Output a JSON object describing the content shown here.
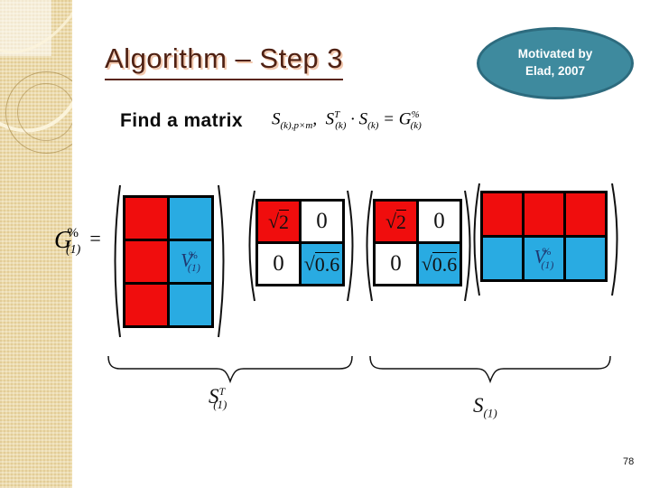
{
  "slide": {
    "title": "Algorithm – Step 3",
    "page": "78"
  },
  "callout": {
    "line1": "Motivated by",
    "line2": "Elad, 2007"
  },
  "find": {
    "label": "Find a matrix"
  },
  "formula": {
    "s1": "S",
    "s1sub": "(k),p×m",
    "comma": ",",
    "s2": "S",
    "s2sup": "T",
    "s2sub": "(k)",
    "dot": "·",
    "s3": "S",
    "s3sub": "(k)",
    "eq": "=",
    "g": "G",
    "gpct": "%",
    "gsub": "(k)"
  },
  "lhs": {
    "g": "G",
    "gpct": "%",
    "sub": "(1)",
    "eq": "="
  },
  "colors": {
    "red": "#f00d0d",
    "cyan": "#29abe2",
    "white": "#ffffff",
    "callout_fill": "#3e8a9e",
    "callout_border": "#2d6b7e",
    "title": "#4f2113",
    "v_label": "#1f3870"
  },
  "cells": {
    "m1": [
      "#f00d0d",
      "#29abe2",
      "#f00d0d",
      "#29abe2",
      "#f00d0d",
      "#29abe2"
    ],
    "m2": [
      "#f00d0d",
      "#ffffff",
      "#ffffff",
      "#29abe2"
    ],
    "m3": [
      "#f00d0d",
      "#ffffff",
      "#ffffff",
      "#29abe2"
    ],
    "m4": [
      "#f00d0d",
      "#f00d0d",
      "#f00d0d",
      "#29abe2",
      "#29abe2",
      "#29abe2"
    ]
  },
  "matrix1": {
    "v": "V",
    "vpct": "%",
    "vsub": "(1)"
  },
  "matrix2": {
    "c00rad": "√",
    "c00val": "2",
    "c01": "0",
    "c10": "0",
    "c11rad": "√",
    "c11val": "0.6"
  },
  "matrix3": {
    "c00rad": "√",
    "c00val": "2",
    "c01": "0",
    "c10": "0",
    "c11rad": "√",
    "c11val": "0.6"
  },
  "matrix4": {
    "v": "V",
    "vpct": "%",
    "vsub": "(1)"
  },
  "underbraces": {
    "left": {
      "base": "S",
      "sup": "T",
      "sub": "(1)"
    },
    "right": {
      "base": "S",
      "sub": "(1)"
    }
  }
}
